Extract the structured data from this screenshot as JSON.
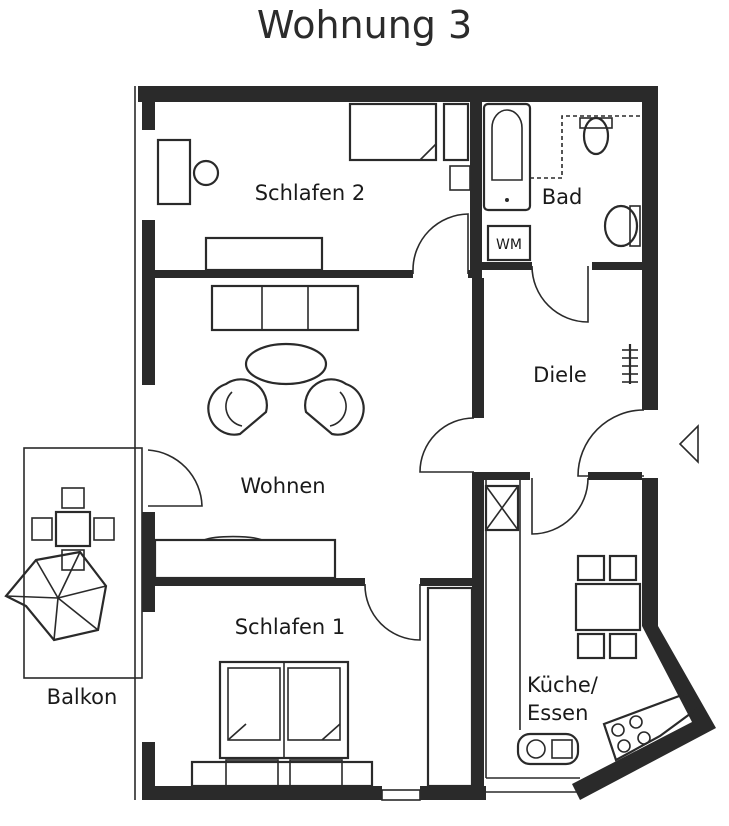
{
  "title": "Wohnung 3",
  "rooms": {
    "schlafen2": "Schlafen 2",
    "bad": "Bad",
    "wm": "WM",
    "diele": "Diele",
    "wohnen": "Wohnen",
    "schlafen1": "Schlafen 1",
    "kueche_line1": "Küche/",
    "kueche_line2": "Essen",
    "balkon": "Balkon"
  },
  "colors": {
    "wall": "#2a2a2a",
    "background": "#ffffff"
  },
  "icons": [
    "entrance-arrow-icon",
    "parasol-icon"
  ]
}
